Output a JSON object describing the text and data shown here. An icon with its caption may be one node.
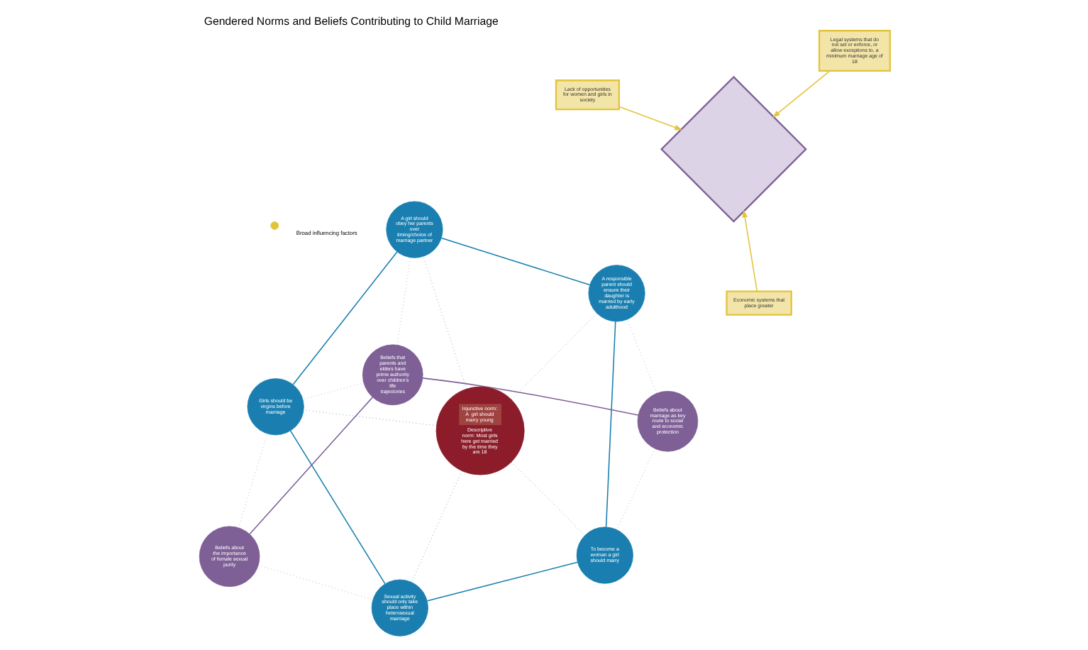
{
  "diagram": {
    "title": "Gendered Norms and Beliefs Contributing to Child Marriage",
    "nodes": [
      {
        "text": [
          "Beliefs that parents and elders have prime authority over children's life trajectories"
        ]
      },
      {
        "text": [
          "Beliefs about marriage as key route to social and economic protection"
        ]
      },
      {
        "text": [
          "Beliefs about the importance of female sexual purity"
        ]
      },
      {
        "text": [
          "Injunctive norm: A  girl should marry young",
          "Descriptive norm: Most girls here get married by the time they are 18"
        ]
      },
      {
        "text": [
          "A girl should obey her parents over timing/choice of marriage partner"
        ]
      },
      {
        "text": [
          "Girls should be virgins before marriage"
        ]
      },
      {
        "text": [
          "A responsible parent should ensure their daughter is married by early adulthood"
        ]
      },
      {
        "text": [
          "To become a woman a girl should marry"
        ]
      },
      {
        "text": [
          "Sexual activity should only take place within heterosexual marriage"
        ]
      },
      {
        "text": [
          "Lack of opportunities for women and girls in society"
        ]
      },
      {
        "text": [
          "Legal systems that do not set or enforce, or allow exceptions to, a minimum marriage age of 18"
        ]
      },
      {
        "text": [
          "Economic systems that place greater"
        ]
      },
      {
        "text": [],
        "shape": "diamond"
      }
    ],
    "edges": [
      {
        "from": 0,
        "to": 1,
        "arrow": "none",
        "color": "#7e5f96"
      },
      {
        "from": 0,
        "to": 2,
        "arrow": "none",
        "color": "#7e5f96"
      },
      {
        "from": 0,
        "to": 4,
        "arrow": "none",
        "style": "dashed",
        "color": "#9a7fb0"
      },
      {
        "from": 0,
        "to": 5,
        "arrow": "none",
        "style": "dashed",
        "color": "#9a7fb0"
      },
      {
        "from": 1,
        "to": 6,
        "arrow": "none",
        "style": "dashed",
        "color": "#9a7fb0"
      },
      {
        "from": 1,
        "to": 7,
        "arrow": "none",
        "style": "dashed",
        "color": "#9a7fb0"
      },
      {
        "from": 2,
        "to": 5,
        "arrow": "none",
        "style": "dashed",
        "color": "#9a7fb0"
      },
      {
        "from": 2,
        "to": 8,
        "arrow": "none",
        "style": "dashed",
        "color": "#9a7fb0"
      },
      {
        "from": 4,
        "to": 5,
        "arrow": "none",
        "color": "#1a7fb0"
      },
      {
        "from": 5,
        "to": 8,
        "arrow": "none",
        "color": "#1a7fb0"
      },
      {
        "from": 8,
        "to": 7,
        "arrow": "none",
        "color": "#1a7fb0"
      },
      {
        "from": 7,
        "to": 6,
        "arrow": "none",
        "color": "#1a7fb0"
      },
      {
        "from": 6,
        "to": 4,
        "arrow": "none",
        "color": "#1a7fb0"
      },
      {
        "from": 3,
        "to": 4,
        "arrow": "none",
        "style": "dashed",
        "color": "#1a7fb0"
      },
      {
        "from": 3,
        "to": 5,
        "arrow": "none",
        "style": "dashed",
        "color": "#1a7fb0"
      },
      {
        "from": 3,
        "to": 6,
        "arrow": "none",
        "style": "dashed",
        "color": "#1a7fb0"
      },
      {
        "from": 3,
        "to": 7,
        "arrow": "none",
        "style": "dashed",
        "color": "#1a7fb0"
      },
      {
        "from": 3,
        "to": 8,
        "arrow": "none",
        "style": "dashed",
        "color": "#1a7fb0"
      },
      {
        "from": 9,
        "to": 12,
        "arrow": "to",
        "color": "#e2c43c"
      },
      {
        "from": 10,
        "to": 12,
        "arrow": "to",
        "color": "#e2c43c"
      },
      {
        "from": 11,
        "to": 12,
        "arrow": "to",
        "color": "#e2c43c"
      }
    ],
    "legend": [
      {
        "text": "Broad influencing factors",
        "color": "#e2c43c"
      }
    ]
  }
}
